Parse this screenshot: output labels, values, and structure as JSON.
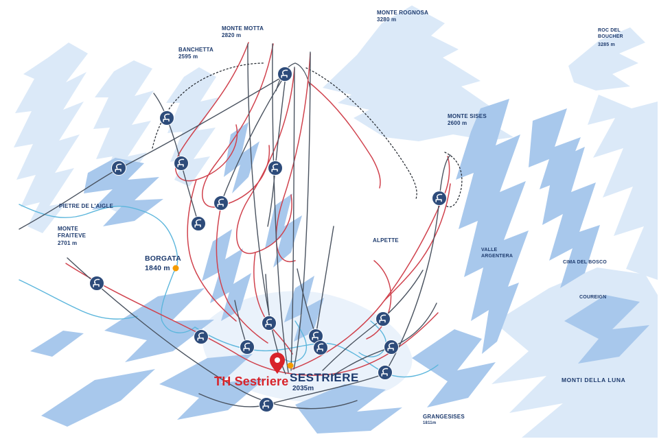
{
  "labels": {
    "monte_motta": {
      "name": "MONTE MOTTA",
      "elevation": "2820 m"
    },
    "banchetta": {
      "name": "BANCHETTA",
      "elevation": "2595 m"
    },
    "monte_rognosa": {
      "name": "MONTE ROGNOSA",
      "elevation": "3280 m"
    },
    "roc_del_boucher": {
      "name": "ROC DEL BOUCHER",
      "elevation": "3285 m"
    },
    "monte_sises": {
      "name": "MONTE SISES",
      "elevation": "2600 m"
    },
    "pietre_de_laigle": {
      "name": "PIETRE DE L'AIGLE"
    },
    "monte_fraiteve": {
      "name": "MONTE FRAITEVE",
      "elevation": "2701 m"
    },
    "alpette": {
      "name": "ALPETTE"
    },
    "valle_argentera": {
      "name": "VALLE ARGENTERA"
    },
    "cima_del_bosco": {
      "name": "CIMA DEL BOSCO"
    },
    "coureign": {
      "name": "COUREIGN"
    },
    "monti_della_luna": {
      "name": "MONTI DELLA LUNA"
    },
    "grangesises": {
      "name": "GRANGESISES",
      "elevation": "1811m"
    },
    "borgata": {
      "name": "BORGATA",
      "elevation": "1840 m"
    }
  },
  "resort": {
    "marker_label": "TH Sestriere",
    "village_name": "SESTRIERE",
    "village_elevation": "2035m"
  },
  "icons": {
    "lift": "chairlift-icon",
    "marker": "map-pin-icon",
    "village_dot": "village-dot-icon"
  },
  "colors": {
    "mtn_light": "#dbe9f8",
    "mtn_med": "#a8c8ec",
    "mtn_pale": "#eaf2fb",
    "piste_red": "#d0424d",
    "piste_blue": "#5cb6dc",
    "lift_line": "#49525f",
    "ridge": "#2a2f36",
    "navy": "#1d3a6d",
    "th_red": "#d8232a",
    "lift_circle": "#2d4b7a",
    "village_dot": "#f49b00"
  }
}
